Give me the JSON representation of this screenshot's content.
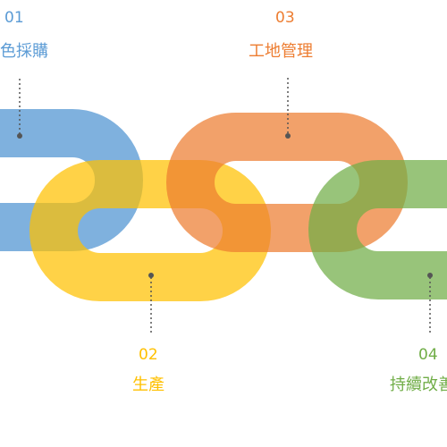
{
  "steps": [
    {
      "number": "01",
      "label": "綠色採購",
      "color": "#5b9bd5"
    },
    {
      "number": "02",
      "label": "生產",
      "color": "#ffc000"
    },
    {
      "number": "03",
      "label": "工地管理",
      "color": "#ed7d31"
    },
    {
      "number": "04",
      "label": "持續改善",
      "color": "#70ad47"
    }
  ],
  "connector_color": "#555555"
}
